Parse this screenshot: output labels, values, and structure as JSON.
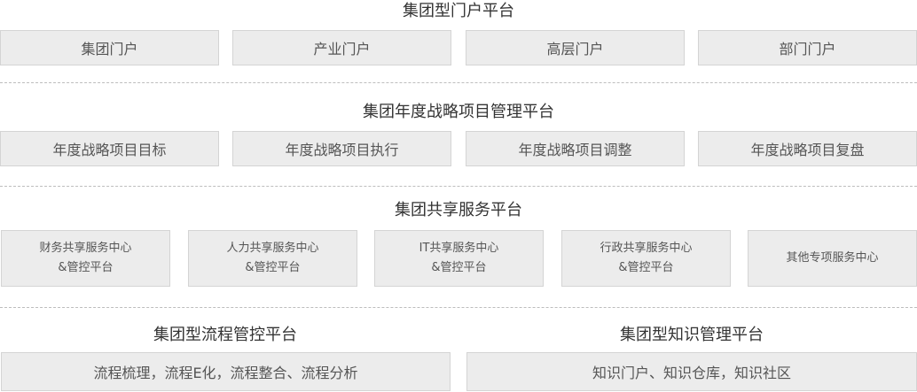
{
  "section1": {
    "title": "集团型门户平台",
    "items": [
      "集团门户",
      "产业门户",
      "高层门户",
      "部门门户"
    ]
  },
  "section2": {
    "title": "集团年度战略项目管理平台",
    "items": [
      "年度战略项目目标",
      "年度战略项目执行",
      "年度战略项目调整",
      "年度战略项目复盘"
    ]
  },
  "section3": {
    "title": "集团共享服务平台",
    "items": [
      {
        "line1": "财务共享服务中心",
        "line2": "&管控平台"
      },
      {
        "line1": "人力共享服务中心",
        "line2": "&管控平台"
      },
      {
        "line1": "IT共享服务中心",
        "line2": "&管控平台"
      },
      {
        "line1": "行政共享服务中心",
        "line2": "&管控平台"
      },
      {
        "line1": "其他专项服务中心",
        "line2": ""
      }
    ]
  },
  "section4": {
    "left": {
      "title": "集团型流程管控平台",
      "item": "流程梳理，流程E化，流程整合、流程分析"
    },
    "right": {
      "title": "集团型知识管理平台",
      "item": "知识门户、知识仓库，知识社区"
    }
  }
}
